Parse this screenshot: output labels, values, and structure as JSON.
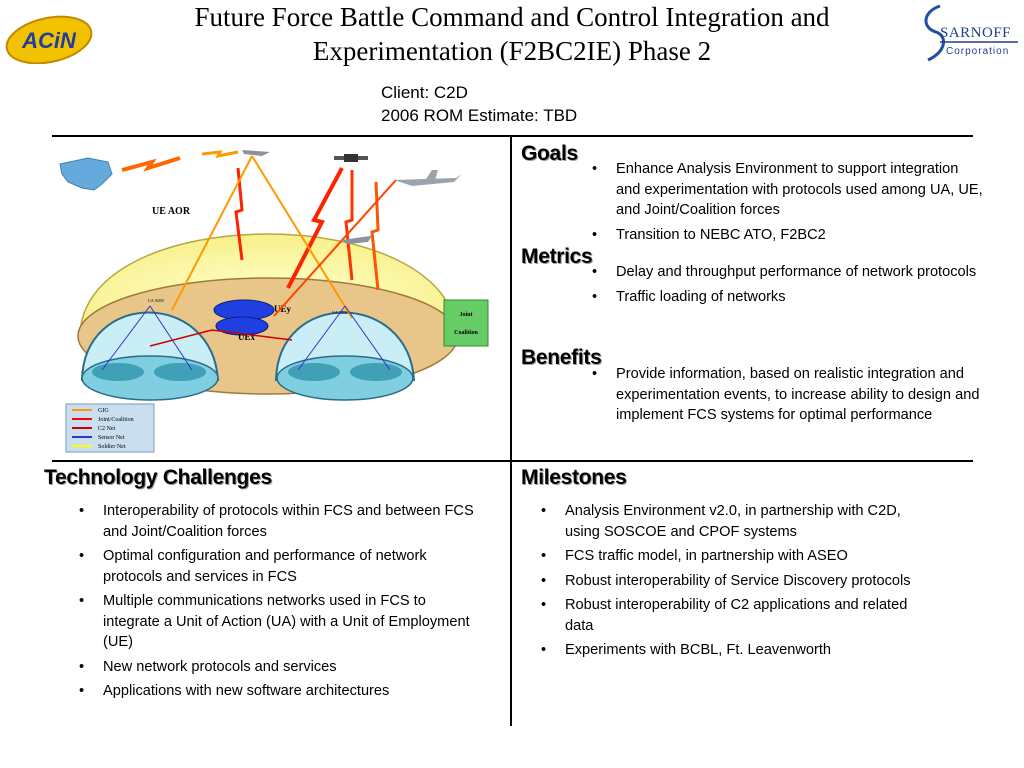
{
  "title": {
    "line1": "Future Force Battle Command and Control Integration and",
    "line2": "Experimentation (F2BC2IE) Phase 2"
  },
  "client": {
    "line1": "Client: C2D",
    "line2": "2006 ROM Estimate: TBD"
  },
  "logos": {
    "left": "ACiN",
    "right_name": "SARNOFF",
    "right_sub": "Corporation"
  },
  "goals": {
    "heading": "Goals",
    "items": [
      "Enhance Analysis Environment to support integration and experimentation with protocols used among UA, UE, and Joint/Coalition forces",
      "Transition to NEBC ATO, F2BC2"
    ]
  },
  "metrics": {
    "heading": "Metrics",
    "items": [
      "Delay and throughput performance of network protocols",
      "Traffic loading of networks"
    ]
  },
  "benefits": {
    "heading": "Benefits",
    "items": [
      "Provide information, based on realistic integration and experimentation events,  to increase ability to design and implement FCS systems for optimal performance"
    ]
  },
  "technology_challenges": {
    "heading": "Technology Challenges",
    "items": [
      "Interoperability of protocols within FCS and between FCS and Joint/Coalition forces",
      "Optimal configuration and performance of network protocols and services in FCS",
      "Multiple communications networks used in FCS to integrate a Unit of Action (UA) with a Unit of Employment (UE)",
      "New network protocols and services",
      "Applications with new software architectures"
    ]
  },
  "milestones": {
    "heading": "Milestones",
    "items": [
      "Analysis Environment v2.0, in partnership with C2D, using SOSCOE and CPOF systems",
      "FCS traffic model, in partnership with ASEO",
      "Robust interoperability of Service Discovery protocols",
      "Robust interoperability of C2 applications and related data",
      "Experiments with BCBL, Ft. Leavenworth"
    ]
  },
  "diagram": {
    "dome_label": "UE AOR",
    "uey_label": "UEy",
    "uex_label": "UEx",
    "joint_line1": "Joint",
    "joint_line2": "Coalition",
    "left_ua_label": "UA ADM",
    "right_ua_label": "UA ADM",
    "legend": [
      "GIG",
      "Joint/Coalition",
      "C2 Net",
      "Sensor Net",
      "Soldier Net"
    ],
    "legend_colors": [
      "#ff9900",
      "#ff0000",
      "#cc0000",
      "#3333cc",
      "#ffff00"
    ],
    "colors": {
      "dome": "#ffff99",
      "ground": "#e8c68a",
      "bubble": "#c9eef6",
      "joint_box": "#66cc66",
      "map": "#66aadd",
      "ue_disk": "#1f3fe0"
    }
  }
}
